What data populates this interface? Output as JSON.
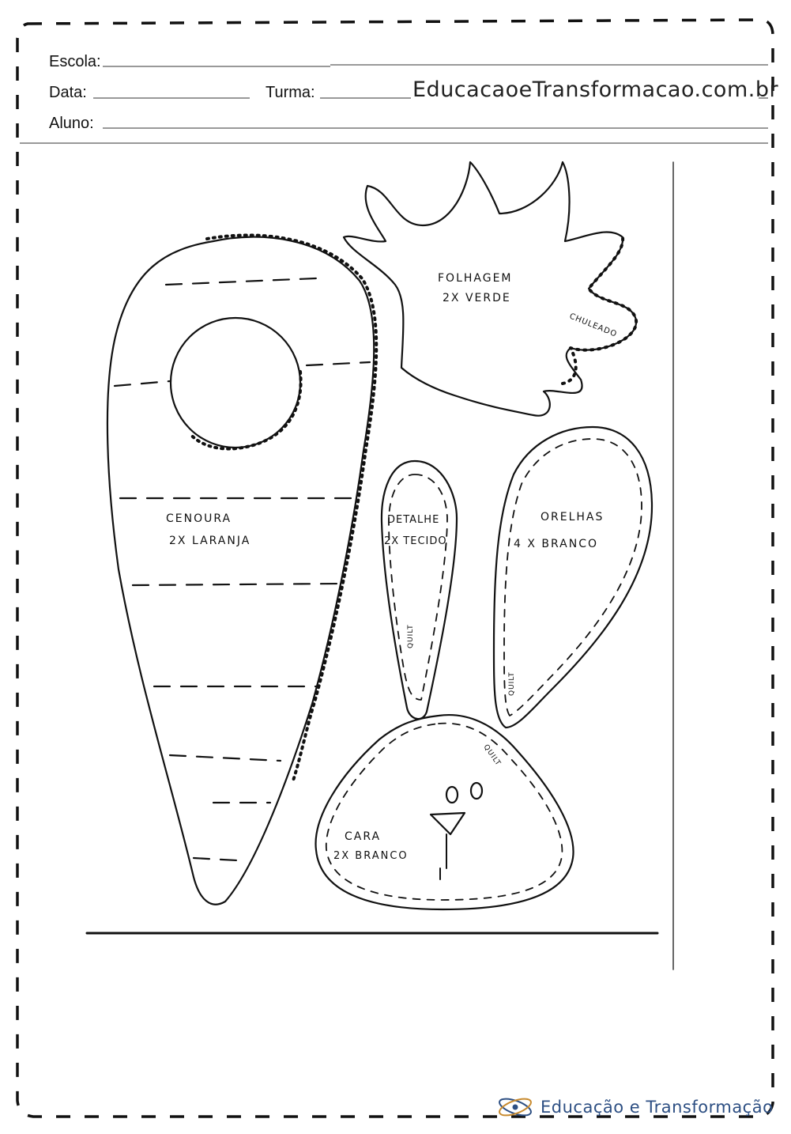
{
  "header": {
    "escola_label": "Escola:",
    "data_label": "Data:",
    "turma_label": "Turma:",
    "aluno_label": "Aluno:",
    "site": "EducacaoeTransformacao.com.br"
  },
  "template": {
    "cenoura": {
      "line1": "CENOURA",
      "line2": "2X LARANJA"
    },
    "folhagem": {
      "line1": "FOLHAGEM",
      "line2": "2X VERDE",
      "note": "CHULEADO"
    },
    "detalhe": {
      "line1": "DETALHE",
      "line2": "2X TECIDO",
      "note": "QUILT"
    },
    "orelhas": {
      "line1": "ORELHAS",
      "line2": "4 X BRANCO",
      "note": "QUILT"
    },
    "cara": {
      "line1": "CARA",
      "line2": "2X BRANCO",
      "note": "QUILT"
    }
  },
  "footer": {
    "brand": "Educação e Transformação",
    "brand_color": "#2d4f83"
  }
}
